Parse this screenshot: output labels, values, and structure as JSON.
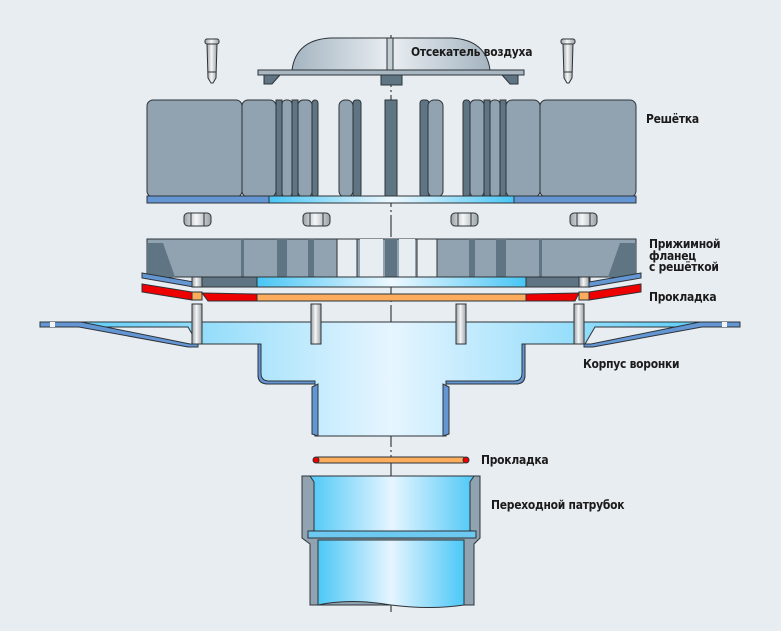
{
  "diagram": {
    "title": "Воронка в разборе",
    "type": "exploded-view",
    "colors": {
      "background": "#e8edf1",
      "grate_gray": "#91a3b0",
      "grate_dark": "#5f7584",
      "flange_blue": "#6496d4",
      "body_light_blue": "#9fdcf8",
      "body_cyan": "#48c6f5",
      "gasket_red": "#ef0000",
      "gasket_orange": "#fbac5c",
      "bolt_gray": "#d0d4d7",
      "outline": "#2d3338"
    },
    "labels": {
      "air_cutter": "Отсекатель воздуха",
      "grate": "Решётка",
      "clamp_flange_lines": [
        "Прижимной",
        "фланец",
        "с решёткой"
      ],
      "gasket_top": "Прокладка",
      "funnel_body": "Корпус воронки",
      "gasket_bottom": "Прокладка",
      "adapter_pipe": "Переходной патрубок"
    },
    "components": [
      {
        "id": "screws",
        "count": 2
      },
      {
        "id": "air-cutter",
        "label_key": "air_cutter"
      },
      {
        "id": "grate",
        "label_key": "grate"
      },
      {
        "id": "nuts",
        "count": 4
      },
      {
        "id": "clamp-flange",
        "label_key": "clamp_flange_lines"
      },
      {
        "id": "gasket-top",
        "label_key": "gasket_top"
      },
      {
        "id": "studs",
        "count": 4
      },
      {
        "id": "funnel-body",
        "label_key": "funnel_body"
      },
      {
        "id": "gasket-bottom",
        "label_key": "gasket_bottom"
      },
      {
        "id": "adapter-pipe",
        "label_key": "adapter_pipe"
      }
    ]
  }
}
